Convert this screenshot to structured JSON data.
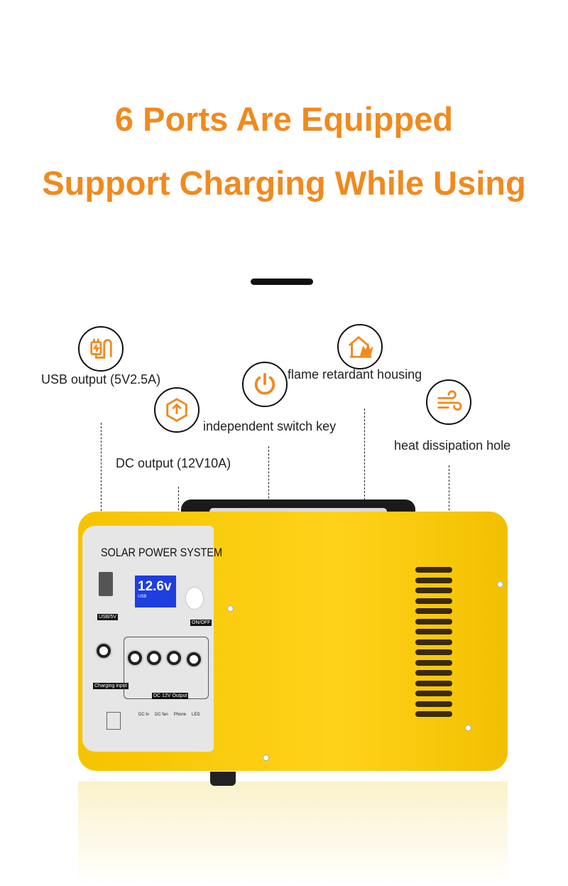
{
  "headline": {
    "line1": "6 Ports Are Equipped",
    "line2": "Support Charging While Using"
  },
  "features": [
    {
      "icon": "usb-charger-icon",
      "label": "USB output (5V2.5A)"
    },
    {
      "icon": "flame-house-icon",
      "label": "flame retardant housing"
    },
    {
      "icon": "power-icon",
      "label": "independent switch key"
    },
    {
      "icon": "dc-output-icon",
      "label": "DC output (12V10A)"
    },
    {
      "icon": "wind-icon",
      "label": "heat dissipation hole"
    }
  ],
  "device": {
    "panel_title": "SOLAR POWER SYSTEM",
    "display_value": "12.6v",
    "display_sub": "USB",
    "usb_tag": "USB/5V",
    "onoff_tag": "ON/OFF",
    "charging_tag": "Charging input",
    "dc_tag": "DC 12V Output",
    "appliances": [
      "DC tv",
      "DC fan",
      "Phone",
      "LED"
    ]
  },
  "colors": {
    "accent": "#F08A1E",
    "body": "#F7C600"
  }
}
